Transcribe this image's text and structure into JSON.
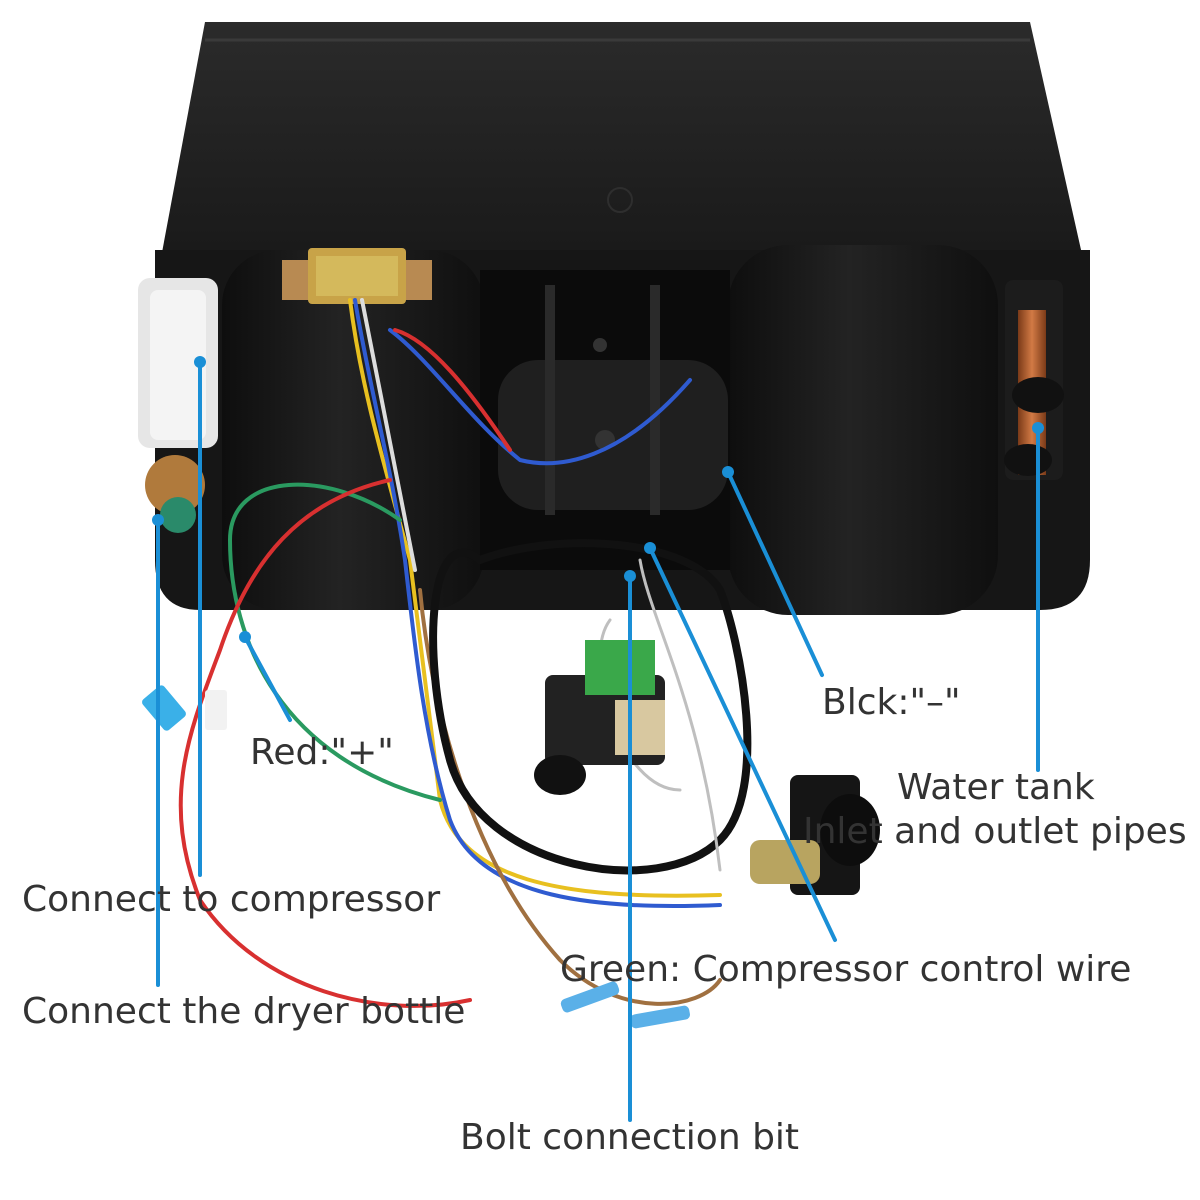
{
  "annotations": {
    "blck": "Blck:\"–\"",
    "red": "Red:\"+\"",
    "water_tank_line1": "Water tank",
    "water_tank_line2": "Inlet and outlet pipes",
    "connect_compressor": "Connect to compressor",
    "green_wire": "Green: Compressor control wire",
    "dryer_bottle": "Connect the dryer bottle",
    "bolt": "Bolt connection bit"
  },
  "colors": {
    "leader_line": "#1a8fd6",
    "label_text": "#333333",
    "housing": "#1b1b1b",
    "background": "#ffffff"
  }
}
